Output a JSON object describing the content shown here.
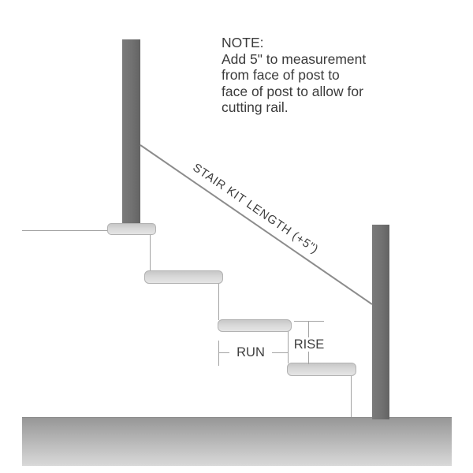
{
  "note": {
    "title": "NOTE:",
    "lines": [
      "Add 5\" to measurement",
      "from face of post to",
      "face of post to allow for",
      "cutting rail."
    ]
  },
  "rail_label": "STAIR KIT LENGTH (+5\")",
  "measurements": {
    "run": "RUN",
    "rise": "RISE"
  },
  "colors": {
    "background": "#ffffff",
    "text": "#3c3c3c",
    "post": "#717171",
    "step_fill_top": "#c7c7c7",
    "step_fill_bottom": "#e5e5e5",
    "step_border": "#b2b2b2",
    "thin_line": "#a3a3a3",
    "rail_line": "#8c8c8c",
    "ground_top": "#979797",
    "ground_bottom": "#d9d9d9"
  }
}
